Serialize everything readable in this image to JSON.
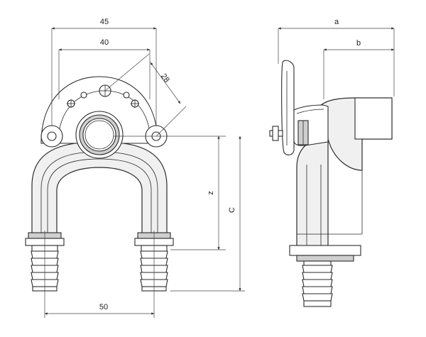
{
  "front_view": {
    "dim_outer_width": "45",
    "dim_inner_width": "40",
    "dim_diagonal": "28",
    "dim_z": "z",
    "dim_c": "C",
    "dim_bottom_width": "50"
  },
  "side_view": {
    "dim_a": "a",
    "dim_b": "b"
  }
}
